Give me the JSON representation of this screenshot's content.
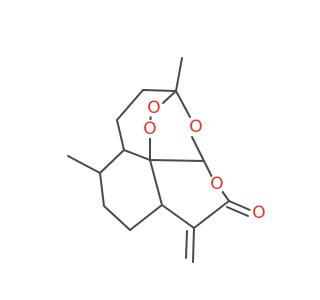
{
  "molecule": {
    "atom_labels": {
      "o_peroxide_1": "O",
      "o_peroxide_2": "O",
      "o_ether": "O",
      "o_ring": "O",
      "o_carbonyl": "O"
    }
  },
  "colors": {
    "bond": "#4a4a4a",
    "oxygen": "#e8352b",
    "background": "#ffffff"
  }
}
